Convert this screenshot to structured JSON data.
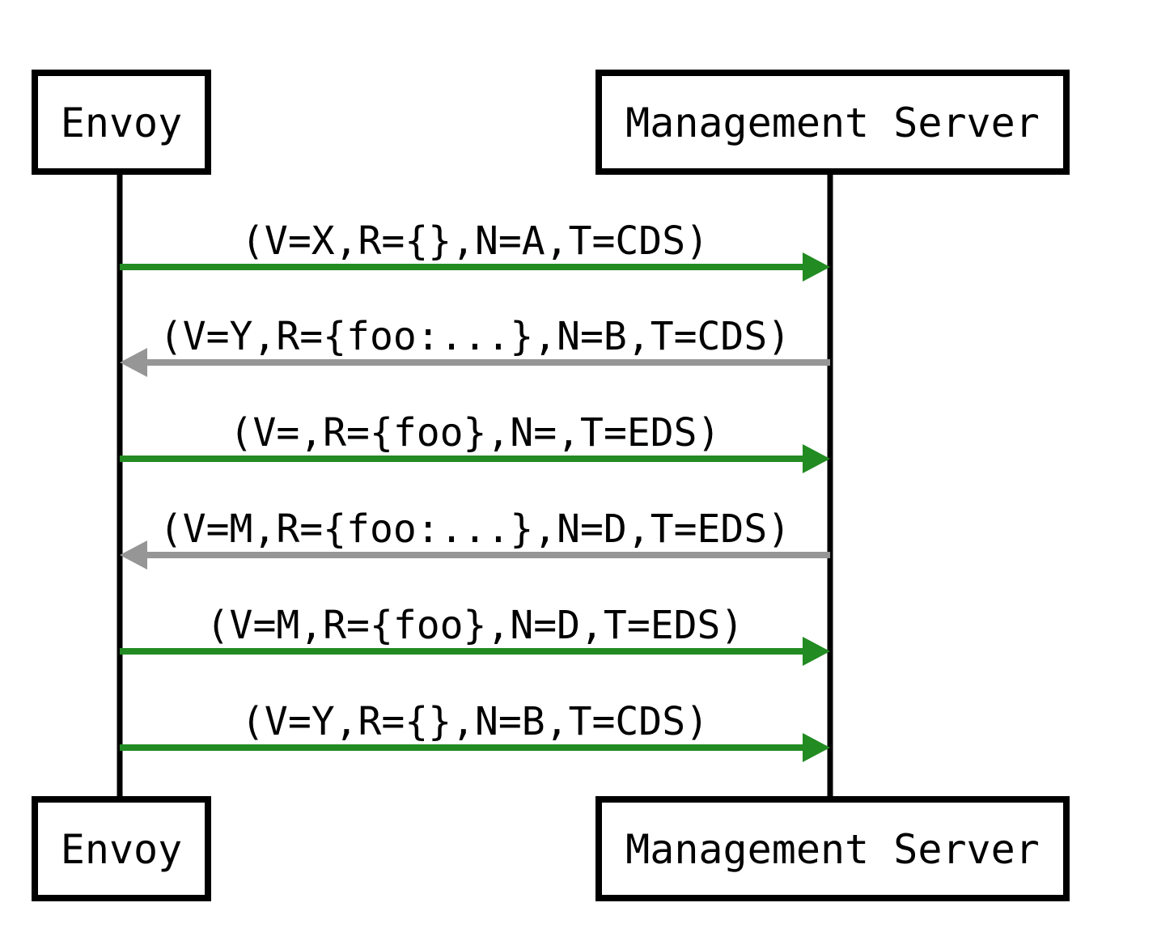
{
  "diagram_type": "sequence-diagram",
  "actors": {
    "left": {
      "label": "Envoy"
    },
    "right": {
      "label": "Management Server"
    }
  },
  "colors": {
    "request_arrow_green": "#228B22",
    "response_arrow_gray": "#969696",
    "outline_black": "#000000",
    "background_white": "#FFFFFF"
  },
  "messages": [
    {
      "label": "(V=X,R={},N=A,T=CDS)",
      "from": "Envoy",
      "to": "Management Server",
      "direction": "right",
      "color": "#228B22"
    },
    {
      "label": "(V=Y,R={foo:...},N=B,T=CDS)",
      "from": "Management Server",
      "to": "Envoy",
      "direction": "left",
      "color": "#969696"
    },
    {
      "label": "(V=,R={foo},N=,T=EDS)",
      "from": "Envoy",
      "to": "Management Server",
      "direction": "right",
      "color": "#228B22"
    },
    {
      "label": "(V=M,R={foo:...},N=D,T=EDS)",
      "from": "Management Server",
      "to": "Envoy",
      "direction": "left",
      "color": "#969696"
    },
    {
      "label": "(V=M,R={foo},N=D,T=EDS)",
      "from": "Envoy",
      "to": "Management Server",
      "direction": "right",
      "color": "#228B22"
    },
    {
      "label": "(V=Y,R={},N=B,T=CDS)",
      "from": "Envoy",
      "to": "Management Server",
      "direction": "right",
      "color": "#228B22"
    }
  ]
}
